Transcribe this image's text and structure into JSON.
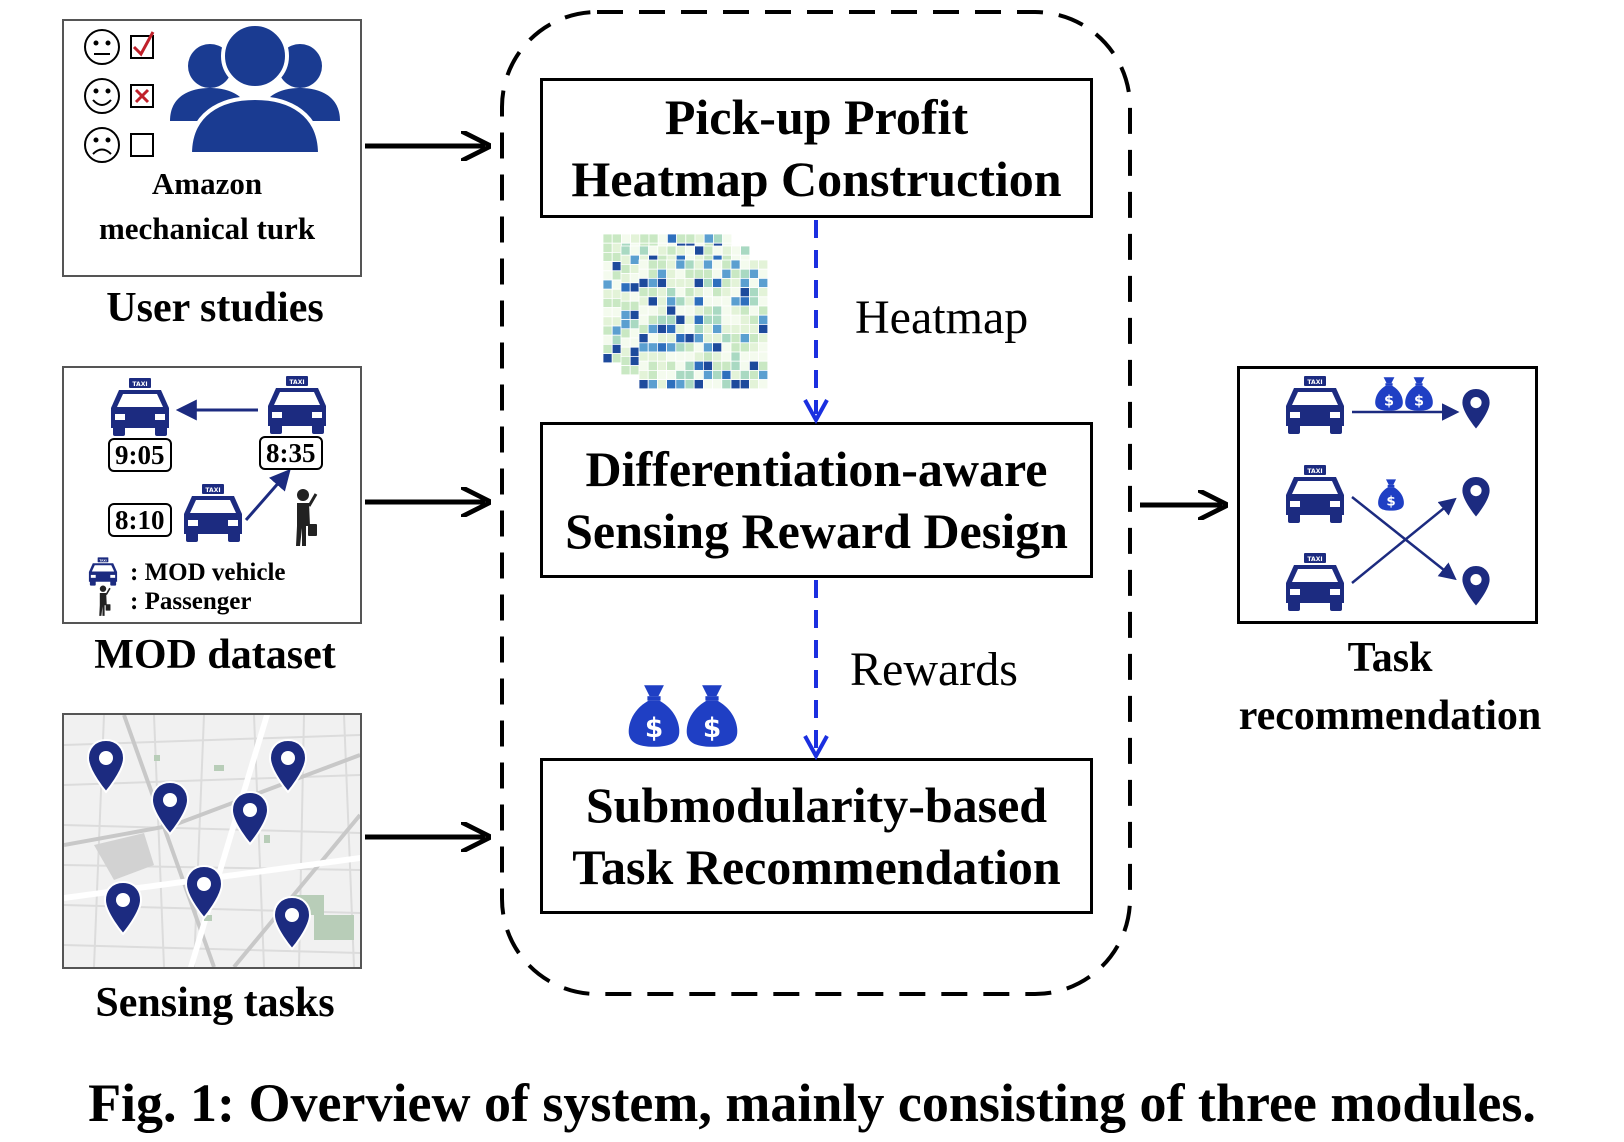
{
  "user_studies": {
    "caption": "User studies",
    "mturk_line1": "Amazon",
    "mturk_line2": "mechanical turk"
  },
  "mod_dataset": {
    "caption": "MOD dataset",
    "times": [
      "9:05",
      "8:35",
      "8:10"
    ],
    "legend_vehicle": ": MOD vehicle",
    "legend_passenger": ": Passenger",
    "taxi_sign": "TAXI"
  },
  "sensing_tasks": {
    "caption": "Sensing tasks"
  },
  "modules": {
    "heatmap": {
      "line1": "Pick-up Profit",
      "line2": "Heatmap Construction"
    },
    "reward": {
      "line1": "Differentiation-aware",
      "line2": "Sensing Reward Design"
    },
    "recommend": {
      "line1": "Submodularity-based",
      "line2": "Task Recommendation"
    }
  },
  "edges": {
    "heatmap": "Heatmap",
    "rewards": "Rewards"
  },
  "output": {
    "line1": "Task",
    "line2": "recommendation"
  },
  "figure_caption": "Fig. 1: Overview of system, mainly consisting of three modules.",
  "colors": {
    "navy": "#1c2b80",
    "blue_dash": "#1a2fe0",
    "money": "#1f3fc4"
  }
}
